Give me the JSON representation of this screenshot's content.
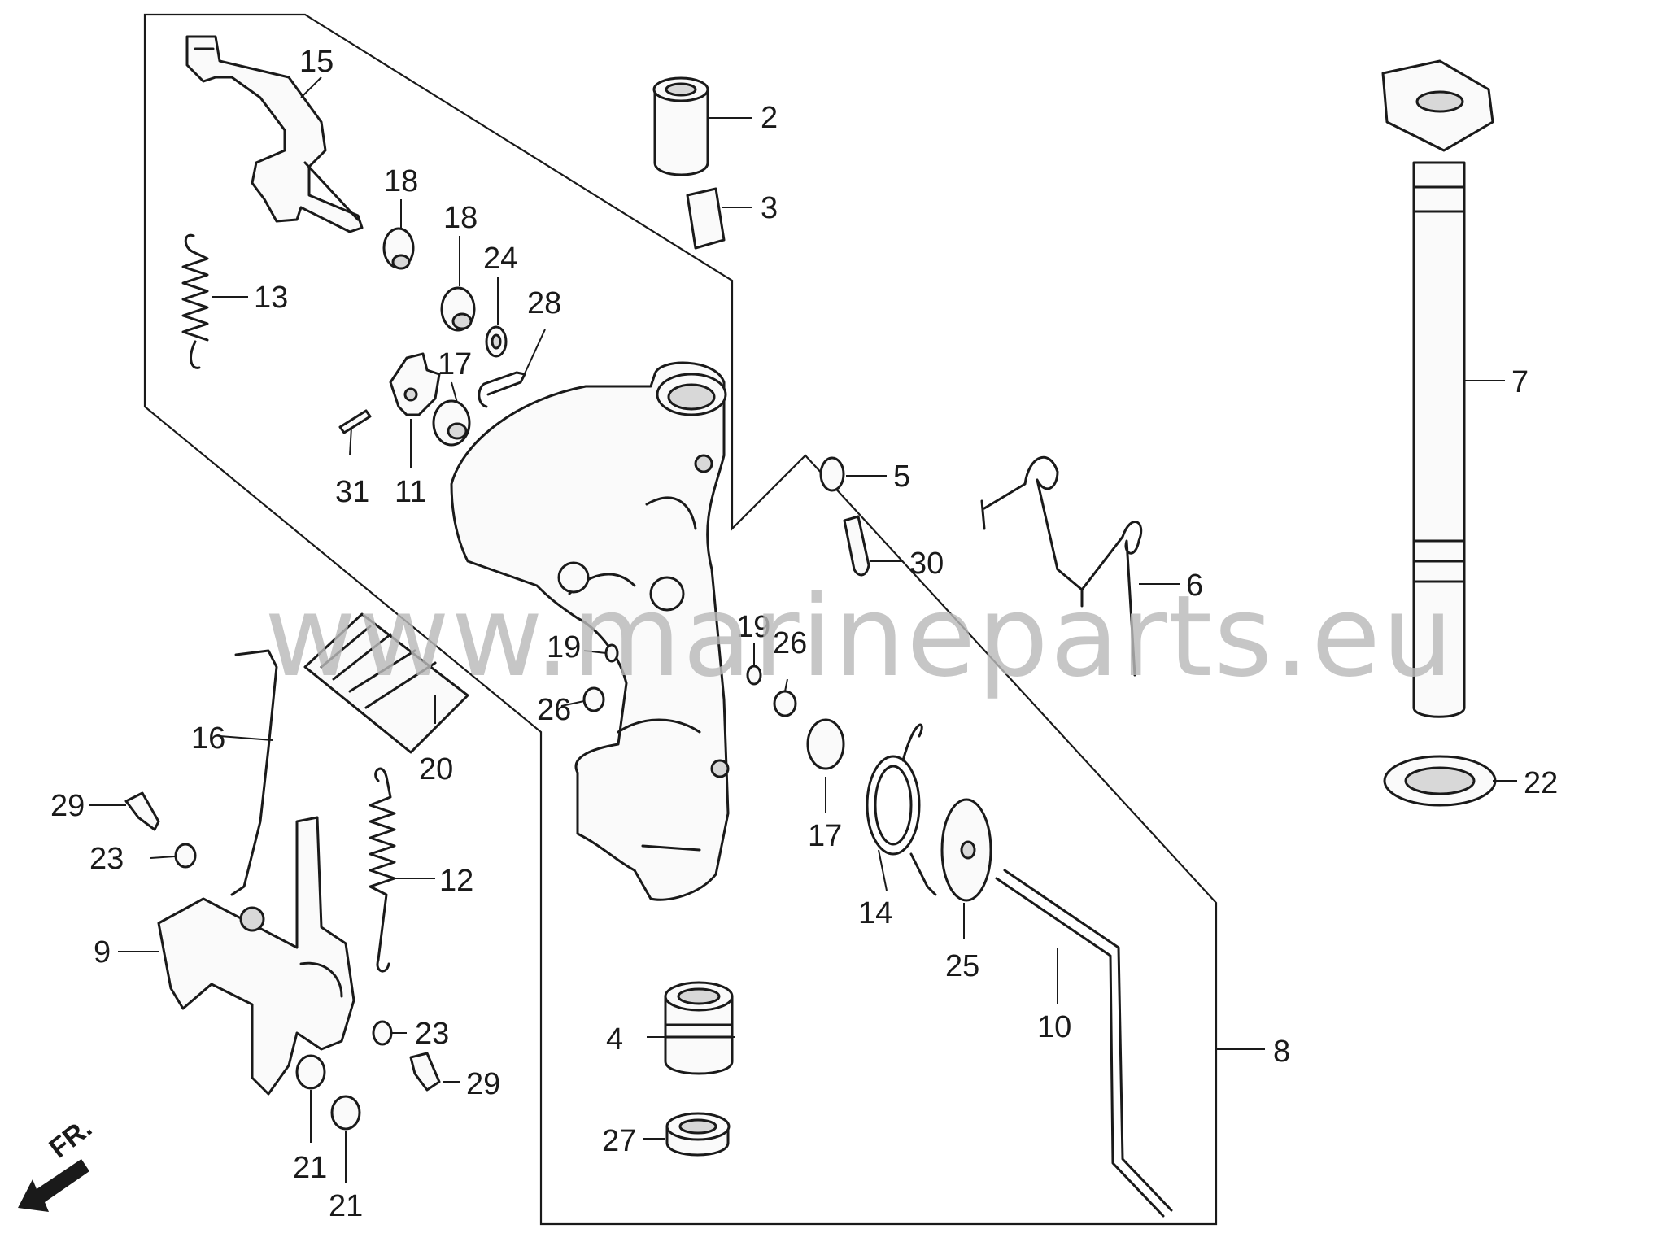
{
  "watermark": "www.marineparts.eu",
  "direction_label": "FR.",
  "callouts": [
    "2",
    "3",
    "4",
    "5",
    "6",
    "7",
    "8",
    "9",
    "10",
    "11",
    "12",
    "13",
    "14",
    "15",
    "16",
    "17",
    "17",
    "18",
    "18",
    "19",
    "19",
    "20",
    "21",
    "21",
    "22",
    "23",
    "23",
    "24",
    "25",
    "26",
    "26",
    "27",
    "28",
    "29",
    "29",
    "30",
    "31"
  ]
}
